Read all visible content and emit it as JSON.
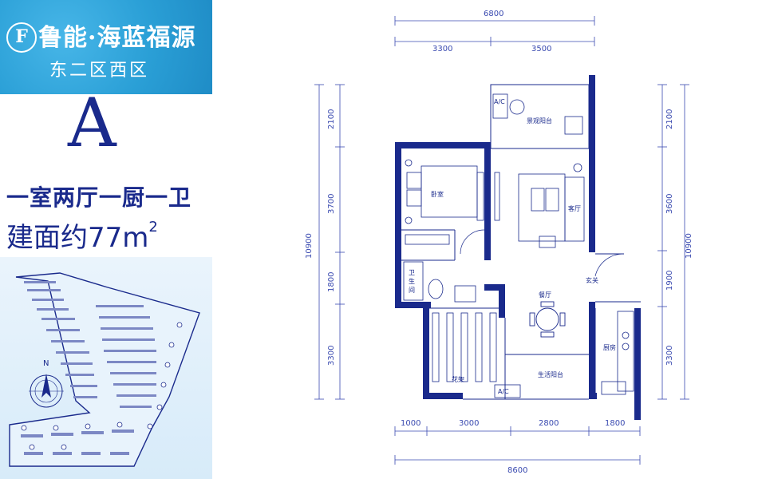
{
  "brand": {
    "logo_letter": "F",
    "name": "鲁能·海蓝福源",
    "district": "东二区西区"
  },
  "unit": {
    "letter": "A",
    "layout": "一室两厅一厨一卫",
    "area_label": "建面约77m",
    "area_sup": "2"
  },
  "site_map": {
    "north_label": "N"
  },
  "plan": {
    "top_total": "6800",
    "top_segments": [
      "3300",
      "3500"
    ],
    "bottom_segments": [
      "1000",
      "3000",
      "2800",
      "1800"
    ],
    "bottom_total": "8600",
    "left_total": "10900",
    "left_segments": [
      "2100",
      "3700",
      "1800",
      "3300"
    ],
    "right_total": "10900",
    "right_segments": [
      "2100",
      "3600",
      "1900",
      "3300"
    ],
    "rooms": {
      "balcony_view": "景观阳台",
      "bedroom": "卧室",
      "living": "客厅",
      "foyer": "玄关",
      "bathroom": [
        "卫",
        "生",
        "间"
      ],
      "dining": "餐厅",
      "kitchen": "厨房",
      "flower_rack": "花架",
      "utility_balcony": "生活阳台",
      "ac1": "A/C",
      "ac2": "A/C"
    }
  },
  "colors": {
    "brand_blue": "#2a9fd6",
    "wall_navy": "#1a2a8c",
    "dim_line": "#3a4ab0"
  }
}
